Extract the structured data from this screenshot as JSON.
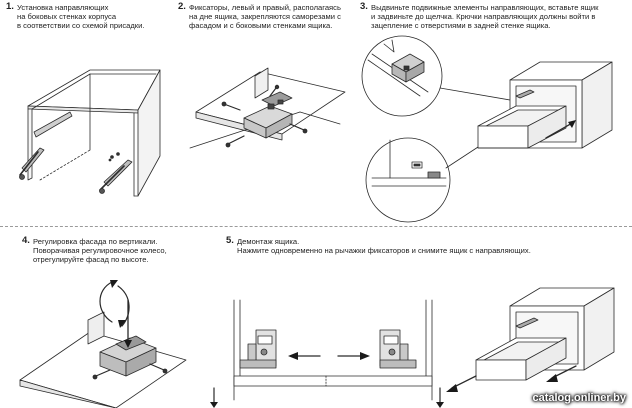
{
  "steps": [
    {
      "number": "1.",
      "lines": [
        "Установка направляющих",
        "на боковых стенках корпуса",
        "в соответствии со схемой присадки."
      ]
    },
    {
      "number": "2.",
      "lines": [
        "Фиксаторы, левый и правый, располагаясь",
        "на дне ящика, закрепляются саморезами с",
        "фасадом и с боковыми стенками ящика."
      ]
    },
    {
      "number": "3.",
      "lines": [
        "Выдвиньте подвижные элементы направляющих, вставьте ящик",
        "и задвиньте до щелчка. Крючки направляющих должны войти в",
        "зацепление с отверстиями в задней стенке ящика."
      ]
    },
    {
      "number": "4.",
      "lines": [
        "Регулировка фасада по вертикали.",
        "Поворачивая регулировочное колесо,",
        "отрегулируйте фасад по высоте."
      ]
    },
    {
      "number": "5.",
      "lines": [
        "Демонтаж ящика.",
        "Нажмите одновременно на рычажки фиксаторов и снимите ящик с направляющих."
      ]
    }
  ],
  "watermark": "catalog.onliner.by",
  "colors": {
    "line": "#2b2b2b",
    "accent": "#1a1a1a",
    "divider": "#9a9a9a"
  }
}
